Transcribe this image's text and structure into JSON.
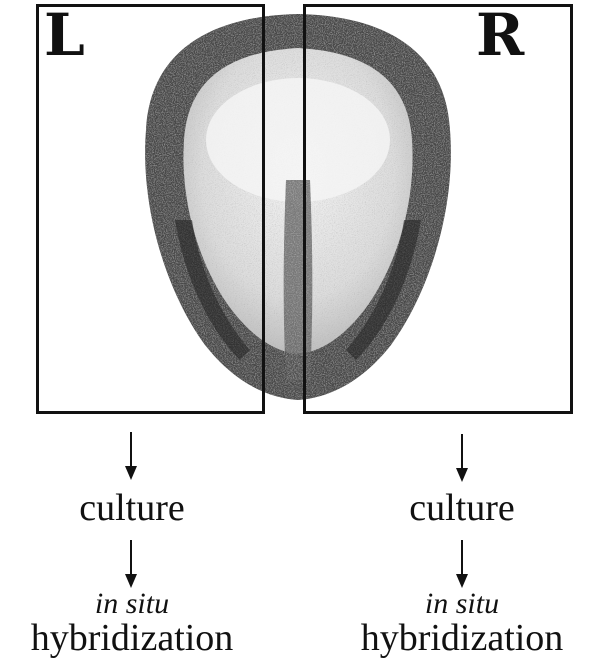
{
  "panels": {
    "left": {
      "letter": "L",
      "steps": {
        "culture": "culture",
        "in_situ": "in situ",
        "hybridization": "hybridization"
      }
    },
    "right": {
      "letter": "R",
      "steps": {
        "culture": "culture",
        "in_situ": "in situ",
        "hybridization": "hybridization"
      }
    }
  },
  "colors": {
    "ink": "#111111",
    "tissue_dark": "#2a2a2a",
    "tissue_light": "#cfcfcf",
    "background": "#ffffff"
  }
}
